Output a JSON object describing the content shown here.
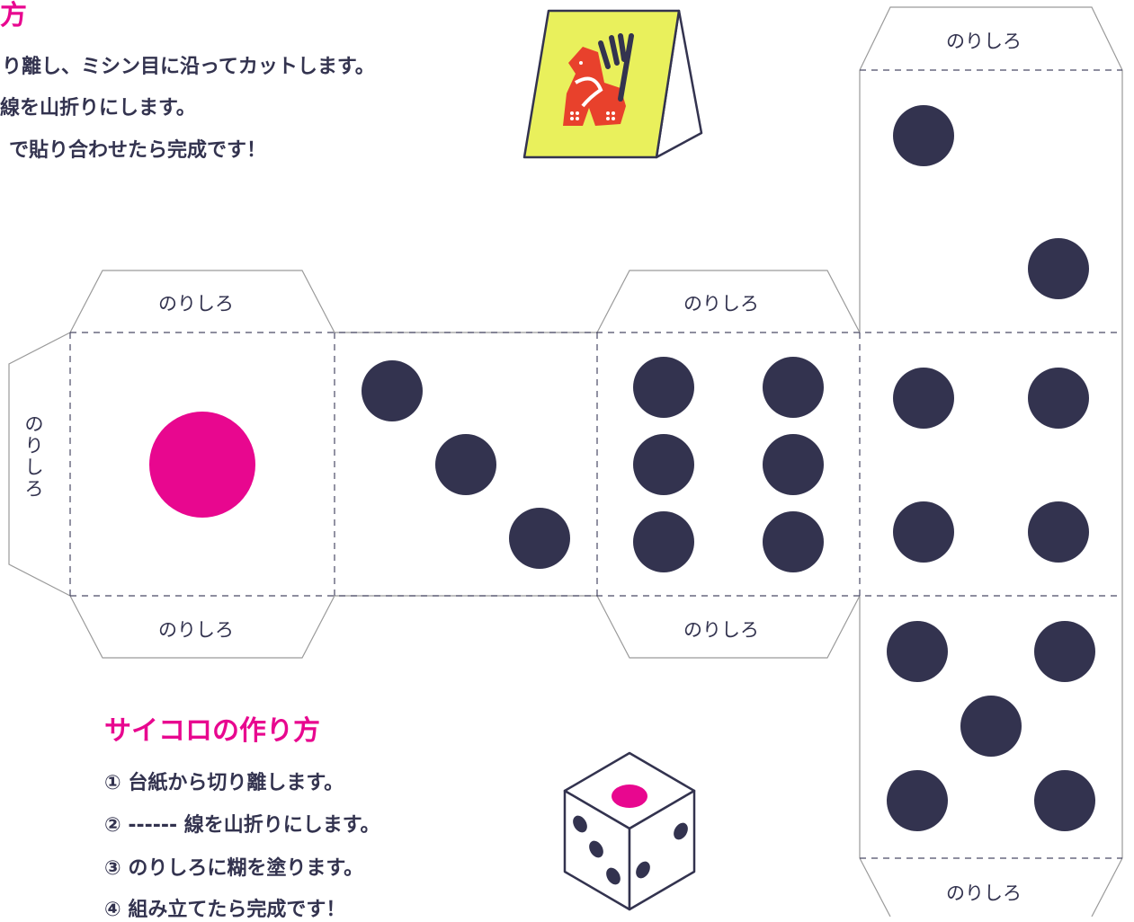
{
  "stand_instructions": {
    "title_fragment": "方",
    "lines": [
      "り離し、ミシン目に沿ってカットします。",
      "線を山折りにします。",
      "で貼り合わせたら完成です！"
    ]
  },
  "glue_label": "のりしろ",
  "glue_label_vertical": [
    "の",
    "り",
    "し",
    "ろ"
  ],
  "dice_instructions": {
    "title": "サイコロの作り方",
    "steps": [
      {
        "num": "①",
        "text": "台紙から切り離します。"
      },
      {
        "num": "②",
        "text": "------ 線を山折りにします。"
      },
      {
        "num": "③",
        "text": "のりしろに糊を塗ります。"
      },
      {
        "num": "④",
        "text": "組み立てたら完成です！"
      }
    ]
  },
  "colors": {
    "accent": "#e8078f",
    "pip": "#33334f",
    "card_yellow": "#e9f05c",
    "card_red": "#e8412c"
  },
  "faces": {
    "one": 1,
    "two": 3,
    "three": 6,
    "four": 2,
    "five": 4,
    "six": 5
  }
}
